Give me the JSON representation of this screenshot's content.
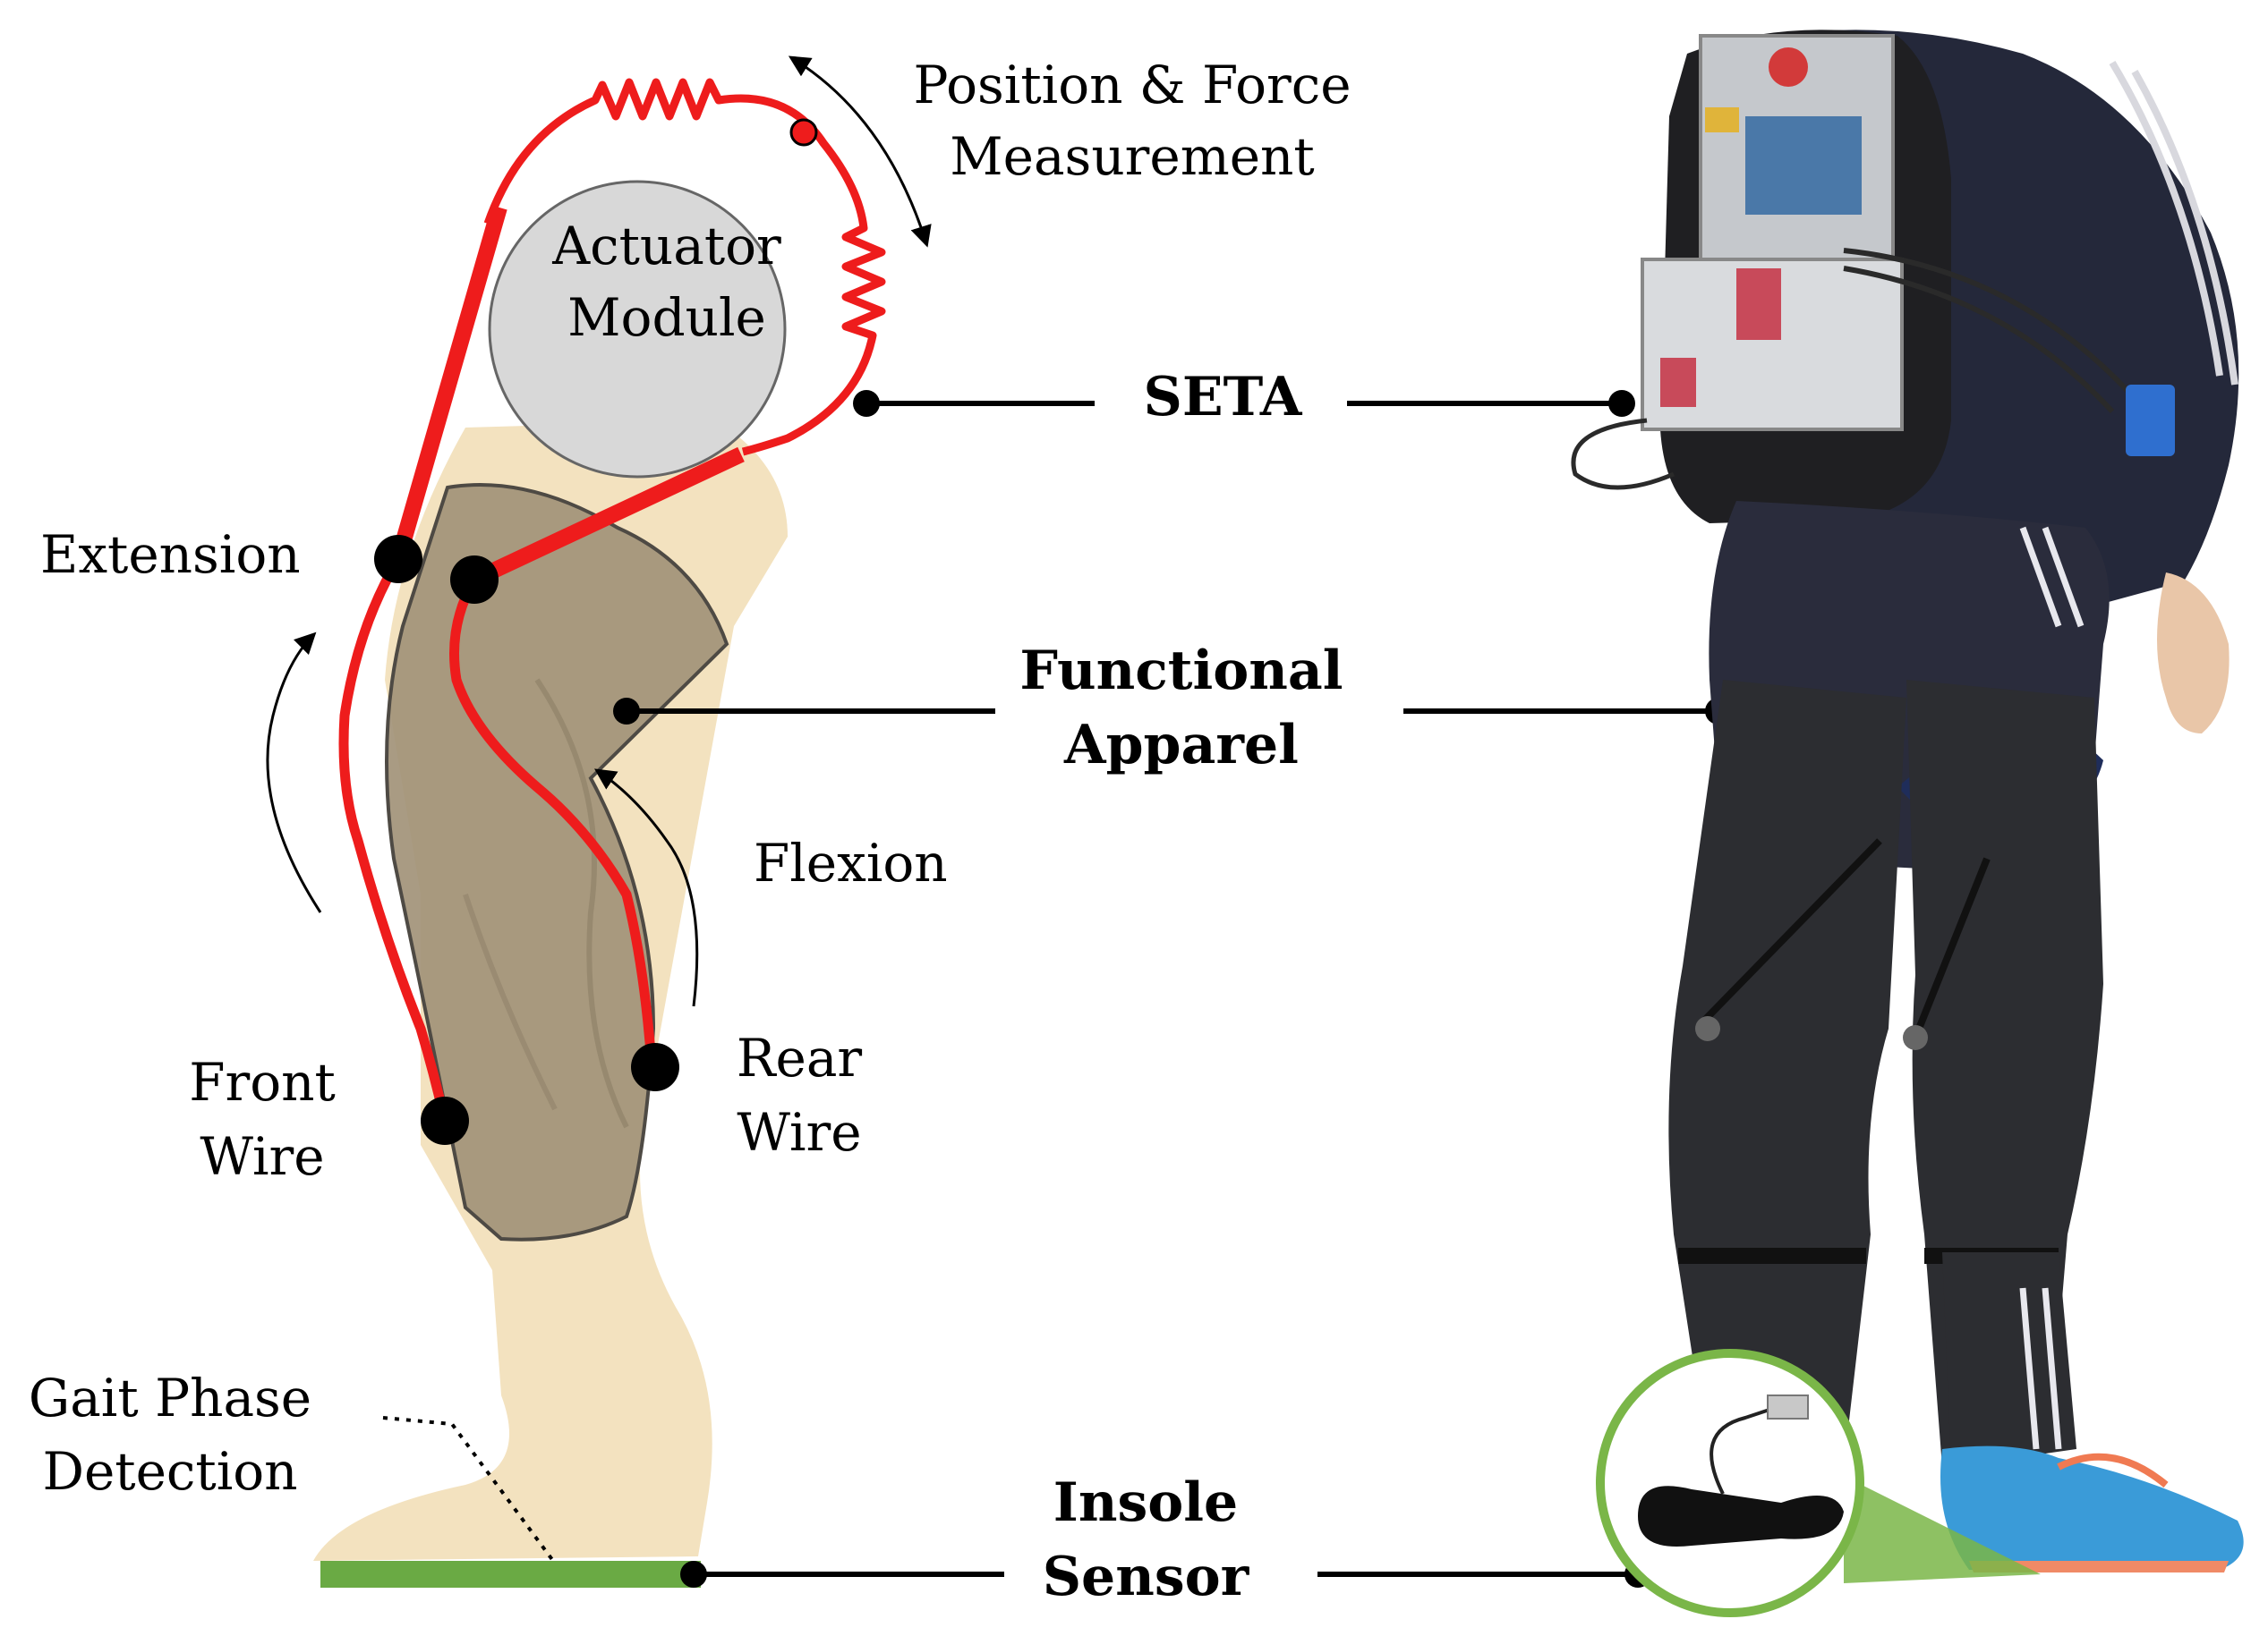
{
  "labels": {
    "actuator_line1": "Actuator",
    "actuator_line2": "Module",
    "position_line1": "Position & Force",
    "position_line2": "Measurement",
    "extension": "Extension",
    "flexion": "Flexion",
    "front_wire_line1": "Front",
    "front_wire_line2": "Wire",
    "rear_wire_line1": "Rear",
    "rear_wire_line2": "Wire",
    "gait_line1": "Gait Phase",
    "gait_line2": "Detection",
    "seta": "SETA",
    "apparel_line1": "Functional",
    "apparel_line2": "Apparel",
    "insole_line1": "Insole",
    "insole_line2": "Sensor"
  },
  "colors": {
    "wire": "#ee1c1c",
    "leg_skin": "#f3e2bf",
    "sleeve": "#a29278",
    "actuator": "#d8d8d8",
    "insole_bar": "#6aaa44",
    "insole_ring": "#7ab648",
    "garment": "#2c2d31",
    "backpack": "#1f1f22"
  }
}
